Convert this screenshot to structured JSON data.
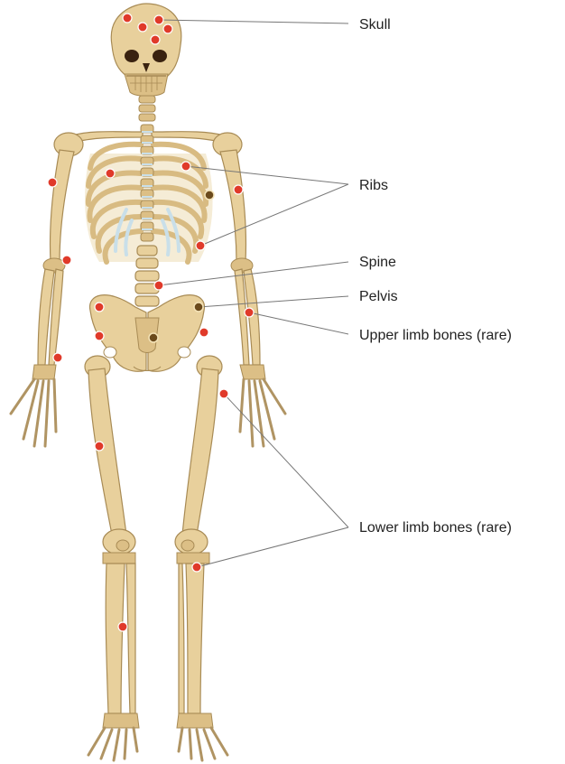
{
  "labels": {
    "skull": "Skull",
    "ribs": "Ribs",
    "spine": "Spine",
    "pelvis": "Pelvis",
    "upper_limb": "Upper limb bones (rare)",
    "lower_limb": "Lower limb bones (rare)"
  },
  "colors": {
    "bone": "#e8d09c",
    "bone_outline": "#a88b55",
    "cartilage": "#c9dfe9",
    "marker": "#e03a2a",
    "marker_dark": "#6b4a1c",
    "leader_line": "#777777"
  }
}
